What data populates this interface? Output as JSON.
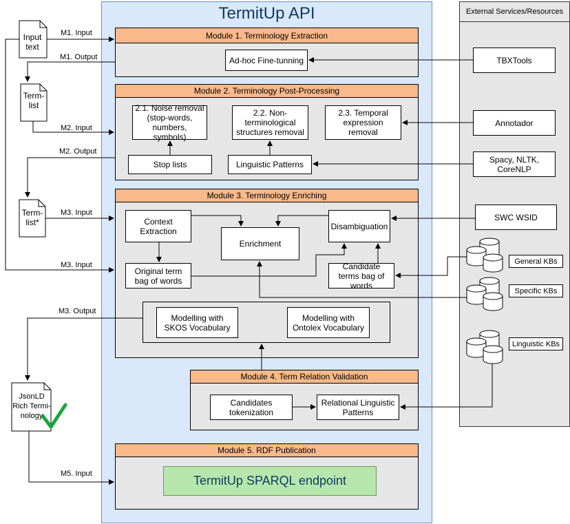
{
  "title": "TermitUp API",
  "external": {
    "header": "External Services/Resources",
    "tbxtools": "TBXTools",
    "annotador": "Annotador",
    "spacy": "Spacy, NLTK, CoreNLP",
    "swc": "SWC WSID",
    "general_kbs": "General KBs",
    "specific_kbs": "Specific KBs",
    "linguistic_kbs": "Linguistic KBs"
  },
  "documents": {
    "input_text": "Input text",
    "term_list": "Term-list",
    "term_list_star": "Term-list*",
    "jsonld": "JsonLD Rich Termi-nology"
  },
  "labels": {
    "m1_input": "M1. Input",
    "m1_output": "M1. Output",
    "m2_input": "M2. Input",
    "m2_output": "M2. Output",
    "m3_input_a": "M3. Input",
    "m3_input_b": "M3. Input",
    "m3_output": "M3. Output",
    "m5_input": "M5. Input"
  },
  "module1": {
    "header": "Module 1. Terminology Extraction",
    "fine": "Ad-hoc Fine-tunning"
  },
  "module2": {
    "header": "Module 2. Terminology Post-Processing",
    "noise": "2.1. Noise removal (stop-words, numbers, symbols)",
    "nonterm": "2.2. Non-terminological structures removal",
    "temporal": "2.3. Temporal expression removal",
    "stoplists": "Stop lists",
    "patterns": "Linguistic Patterns"
  },
  "module3": {
    "header": "Module 3. Terminology Enriching",
    "context": "Context Extraction",
    "enrichment": "Enrichment",
    "disambiguation": "Disambiguation",
    "original_bag": "Original term bag of words",
    "candidate_bag": "Candidate terms bag of words",
    "skos": "Modelling with SKOS Vocabulary",
    "ontolex": "Modelling with Ontolex Vocabulary"
  },
  "module4": {
    "header": "Module 4. Term Relation Validation",
    "tokenization": "Candidates tokenization",
    "relational": "Relational Linguistic Patterns"
  },
  "module5": {
    "header": "Module 5. RDF Publication",
    "sparql": "TermitUp SPARQL endpoint"
  }
}
